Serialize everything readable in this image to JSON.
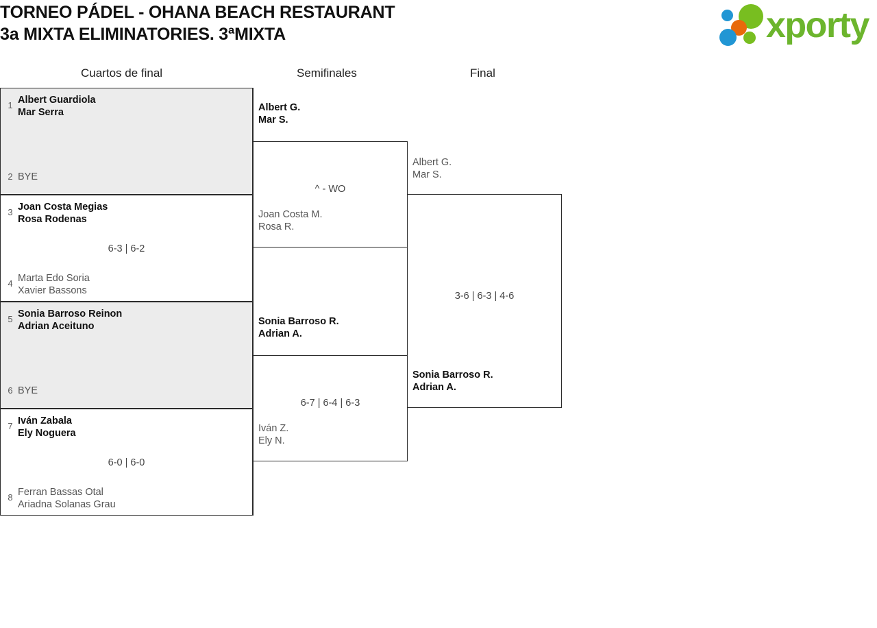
{
  "header": {
    "title_line1": "TORNEO PÁDEL - OHANA BEACH RESTAURANT",
    "title_line2": "3a MIXTA ELIMINATORIES. 3ªMIXTA",
    "logo": {
      "wordmark": "xporty",
      "dot_blue": "#2196d4",
      "dot_orange": "#e8690b",
      "dot_green": "#78be20",
      "word_color": "#6cb52d"
    }
  },
  "rounds": [
    {
      "label": "Cuartos de final"
    },
    {
      "label": "Semifinales"
    },
    {
      "label": "Final"
    }
  ],
  "bracket": {
    "quarterfinals": [
      {
        "seed_top": "1",
        "top_line1": "Albert Guardiola",
        "top_line2": "Mar Serra",
        "seed_bottom": "2",
        "bottom_line1": "BYE",
        "bottom_line2": "",
        "score": ""
      },
      {
        "seed_top": "3",
        "top_line1": "Joan Costa Megias",
        "top_line2": "Rosa Rodenas",
        "seed_bottom": "4",
        "bottom_line1": "Marta Edo Soria",
        "bottom_line2": "Xavier Bassons",
        "score": "6-3 | 6-2"
      },
      {
        "seed_top": "5",
        "top_line1": "Sonia Barroso Reinon",
        "top_line2": "Adrian Aceituno",
        "seed_bottom": "6",
        "bottom_line1": "BYE",
        "bottom_line2": "",
        "score": ""
      },
      {
        "seed_top": "7",
        "top_line1": "Iván Zabala",
        "top_line2": "Ely Noguera",
        "seed_bottom": "8",
        "bottom_line1": "Ferran Bassas Otal",
        "bottom_line2": "Ariadna Solanas Grau",
        "score": "6-0 | 6-0"
      }
    ],
    "semifinals": [
      {
        "top_line1": "Albert G.",
        "top_line2": "Mar S.",
        "bottom_line1": "Joan Costa M.",
        "bottom_line2": "Rosa R.",
        "score": "^ - WO"
      },
      {
        "top_line1": "Sonia Barroso R.",
        "top_line2": "Adrian A.",
        "bottom_line1": "Iván Z.",
        "bottom_line2": "Ely N.",
        "score": "6-7 | 6-4 | 6-3"
      }
    ],
    "final": {
      "top_line1": "Albert G.",
      "top_line2": "Mar S.",
      "bottom_line1": "Sonia Barroso R.",
      "bottom_line2": "Adrian A.",
      "score": "3-6 | 6-3 | 4-6"
    }
  }
}
